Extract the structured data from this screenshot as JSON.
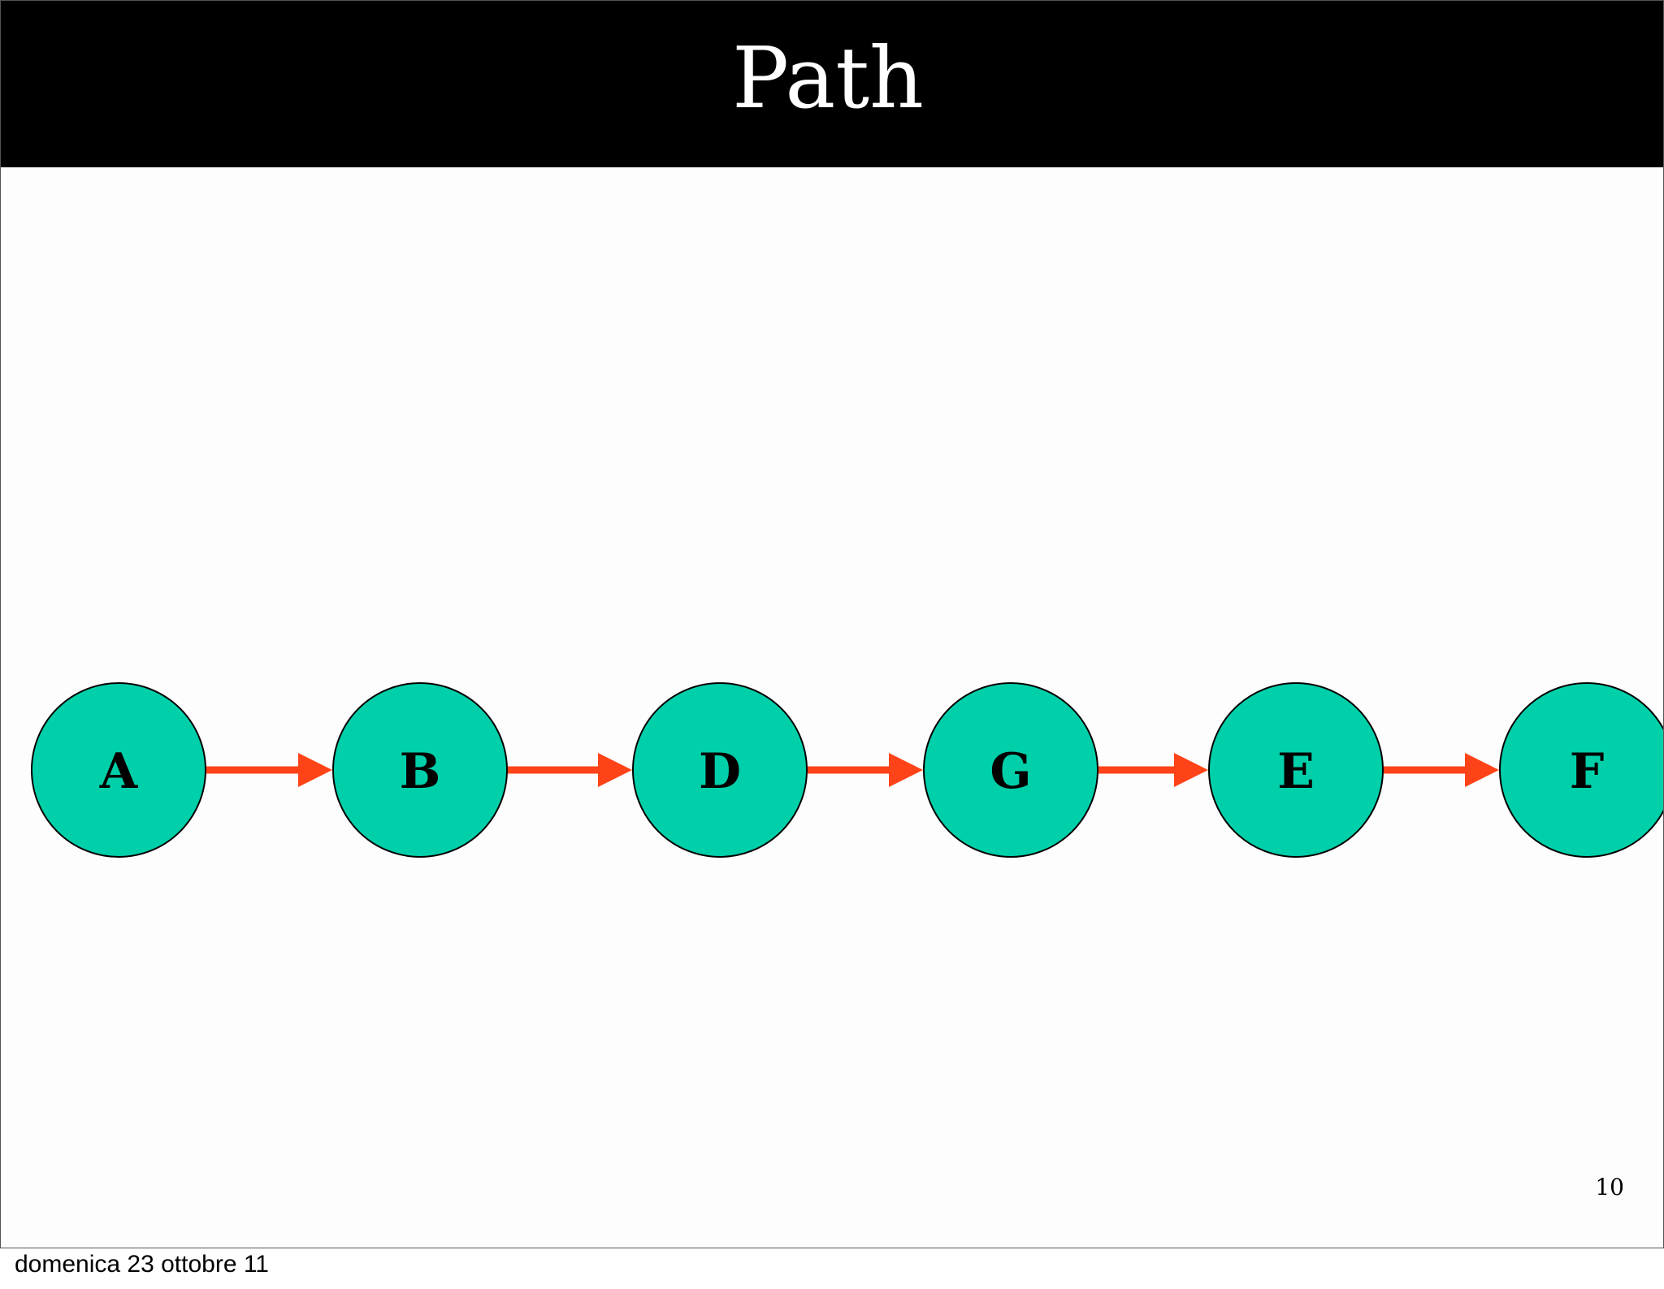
{
  "slide": {
    "title": "Path",
    "page_number": "10"
  },
  "footer": {
    "date": "domenica 23 ottobre 11"
  },
  "diagram": {
    "node_fill": "#00d0aa",
    "node_stroke": "#000000",
    "edge_color": "#ff4318",
    "nodes": [
      {
        "id": "A",
        "label": "A"
      },
      {
        "id": "B",
        "label": "B"
      },
      {
        "id": "D",
        "label": "D"
      },
      {
        "id": "G",
        "label": "G"
      },
      {
        "id": "E",
        "label": "E"
      },
      {
        "id": "F",
        "label": "F"
      }
    ],
    "edges": [
      {
        "from": "A",
        "to": "B"
      },
      {
        "from": "B",
        "to": "D"
      },
      {
        "from": "D",
        "to": "G"
      },
      {
        "from": "G",
        "to": "E"
      },
      {
        "from": "E",
        "to": "F"
      }
    ]
  }
}
